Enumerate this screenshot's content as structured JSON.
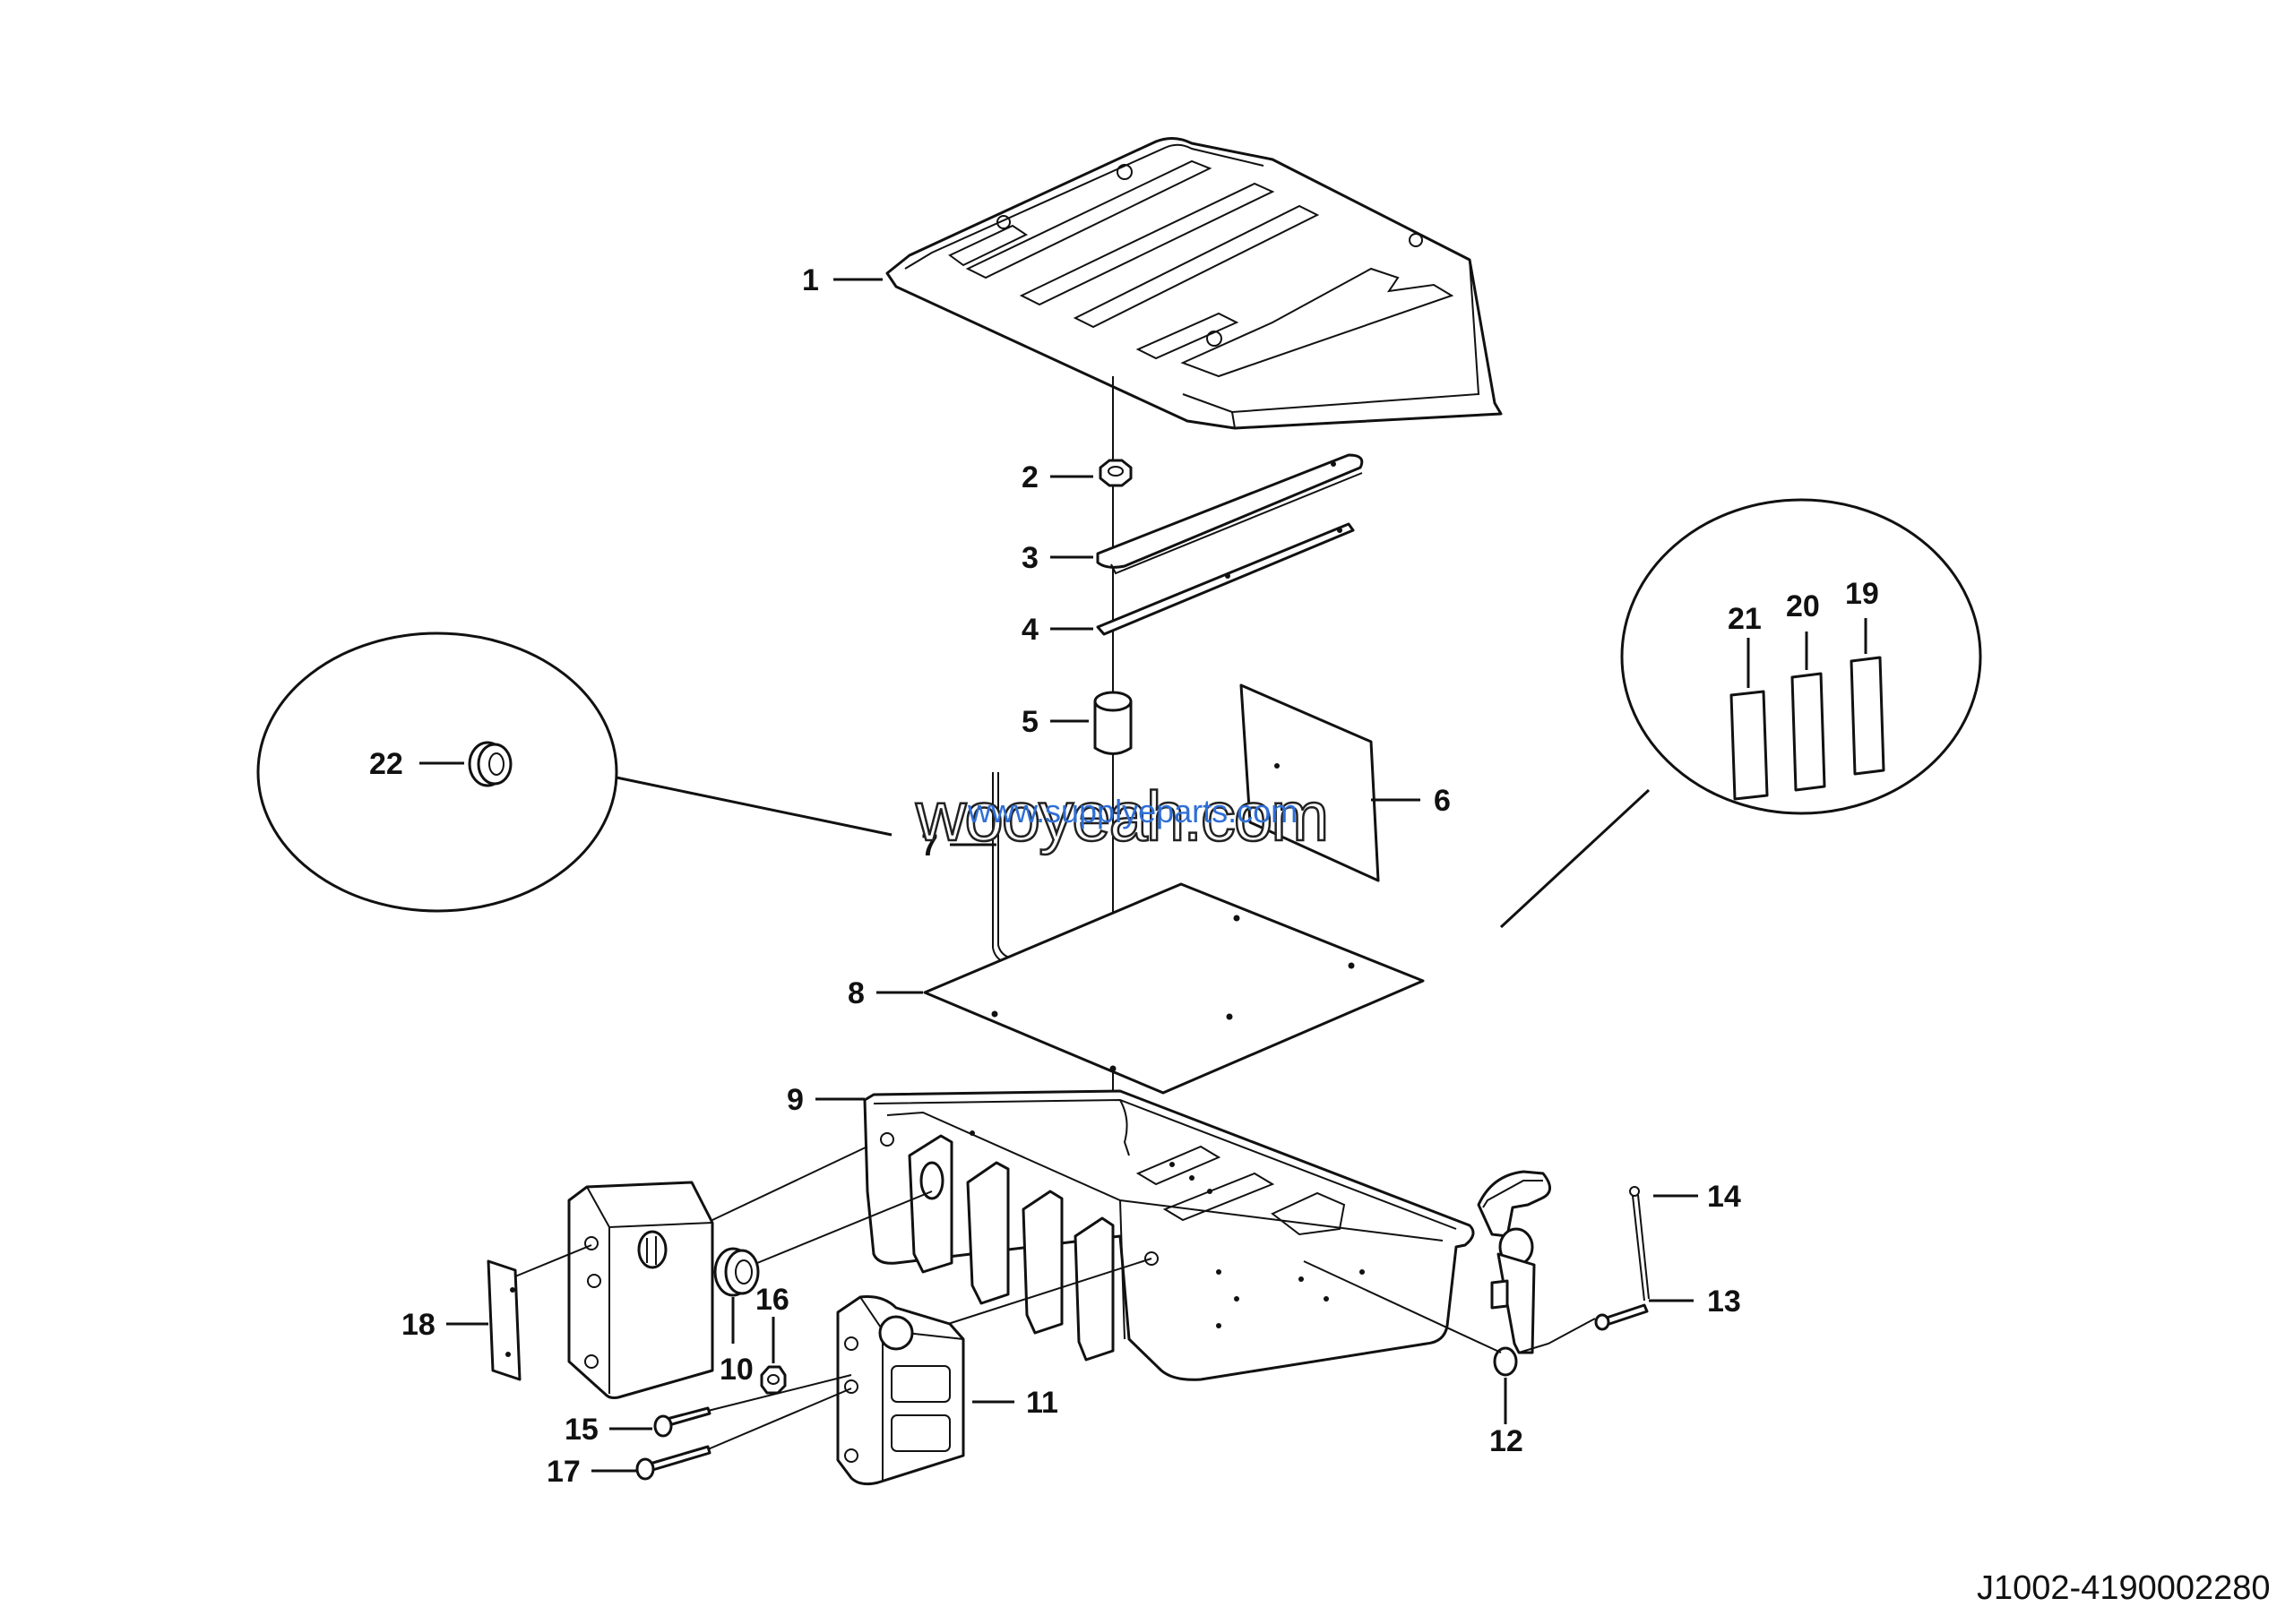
{
  "watermark": {
    "primary": "wooyeah.com",
    "secondary": "www.supplyeparts.com"
  },
  "drawing_code": "J1002-4190002280",
  "callouts": [
    {
      "id": "c1",
      "label": "1"
    },
    {
      "id": "c2",
      "label": "2"
    },
    {
      "id": "c3",
      "label": "3"
    },
    {
      "id": "c4",
      "label": "4"
    },
    {
      "id": "c5",
      "label": "5"
    },
    {
      "id": "c6",
      "label": "6"
    },
    {
      "id": "c7",
      "label": "7"
    },
    {
      "id": "c8",
      "label": "8"
    },
    {
      "id": "c9",
      "label": "9"
    },
    {
      "id": "c10",
      "label": "10"
    },
    {
      "id": "c11",
      "label": "11"
    },
    {
      "id": "c12",
      "label": "12"
    },
    {
      "id": "c13",
      "label": "13"
    },
    {
      "id": "c14",
      "label": "14"
    },
    {
      "id": "c15",
      "label": "15"
    },
    {
      "id": "c16",
      "label": "16"
    },
    {
      "id": "c17",
      "label": "17"
    },
    {
      "id": "c18",
      "label": "18"
    },
    {
      "id": "c19",
      "label": "19"
    },
    {
      "id": "c20",
      "label": "20"
    },
    {
      "id": "c21",
      "label": "21"
    },
    {
      "id": "c22",
      "label": "22"
    }
  ]
}
